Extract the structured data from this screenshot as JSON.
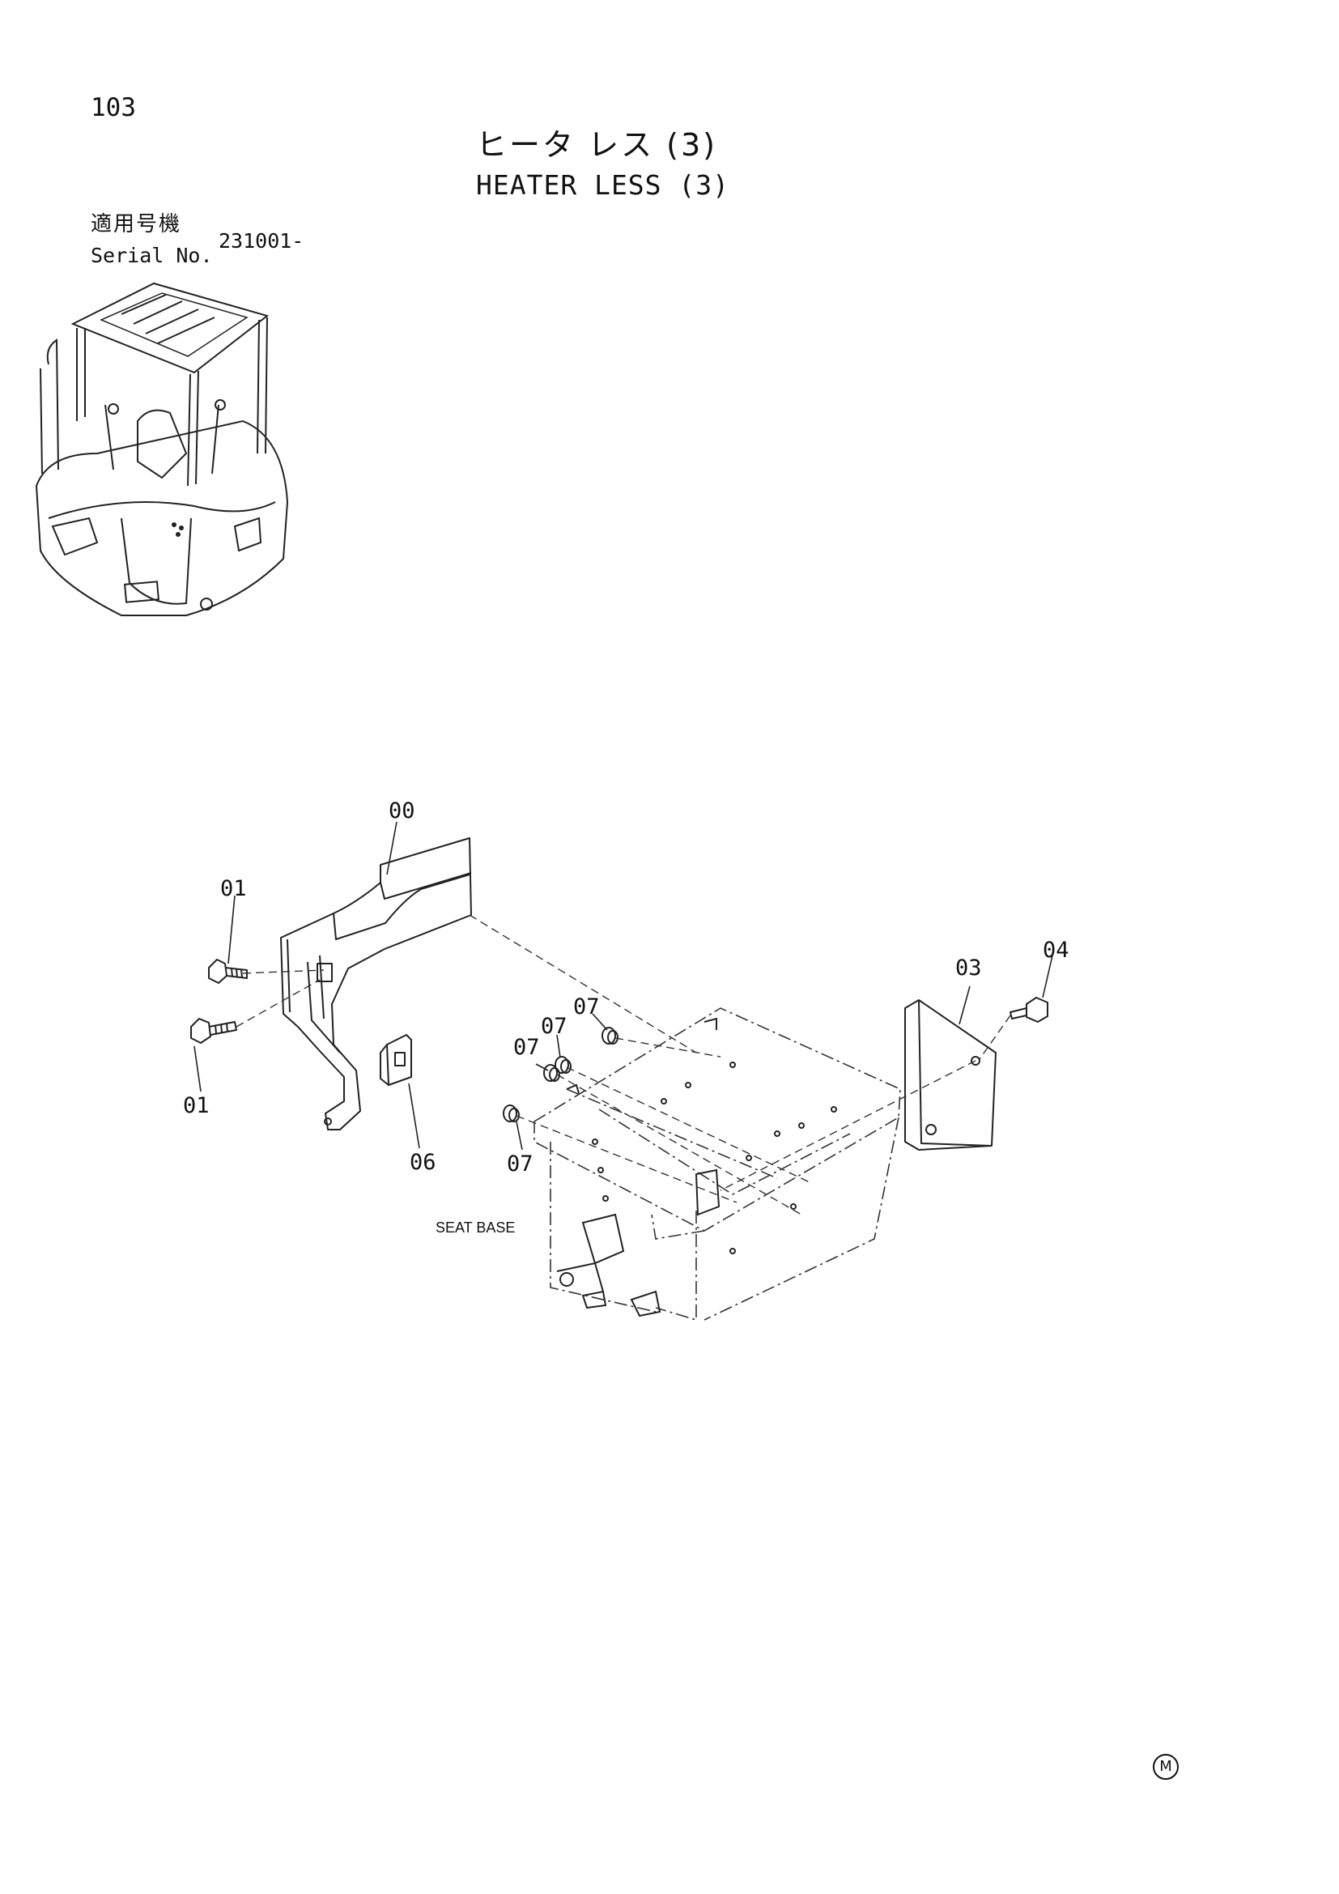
{
  "page": {
    "number": "103"
  },
  "title": {
    "japanese": "ヒータ レス (3)",
    "english": "HEATER LESS (3)"
  },
  "serial": {
    "label_jp": "適用号機",
    "label_en": "Serial No.",
    "value": "231001-"
  },
  "callouts": {
    "c00": "00",
    "c01a": "01",
    "c01b": "01",
    "c03": "03",
    "c04": "04",
    "c06": "06",
    "c07a": "07",
    "c07b": "07",
    "c07c": "07",
    "c07d": "07"
  },
  "labels": {
    "seat_base": "SEAT BASE"
  },
  "mark": "M"
}
